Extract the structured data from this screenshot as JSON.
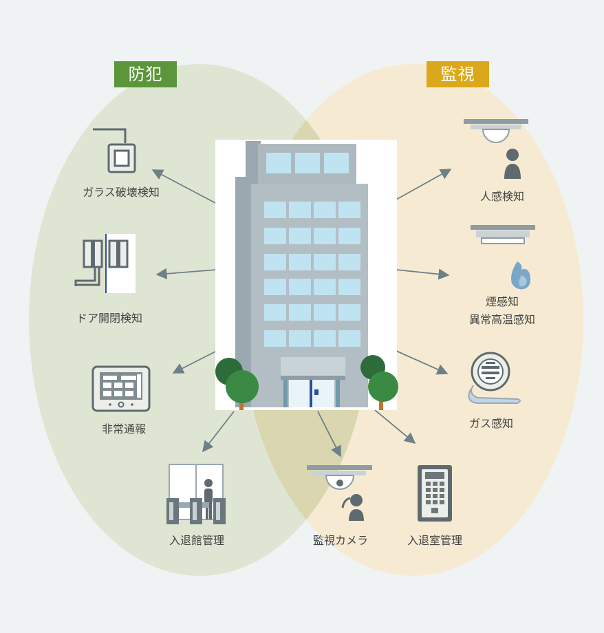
{
  "categories": {
    "security": {
      "label": "防犯",
      "color": "#5b963a"
    },
    "monitoring": {
      "label": "監視",
      "color": "#dba81b"
    }
  },
  "colors": {
    "security_zone": "#dfe5d3",
    "monitoring_zone": "#f6ebd2",
    "overlap_zone": "#d9d6b0",
    "arrow": "#6e8087"
  },
  "items": {
    "glass_break": {
      "label": "ガラス破壊検知",
      "icon": "glass-break-sensor-icon"
    },
    "door_open": {
      "label": "ドア開閉検知",
      "icon": "door-contact-sensor-icon"
    },
    "emergency": {
      "label": "非常通報",
      "icon": "emergency-panel-icon"
    },
    "building_access": {
      "label": "入退館管理",
      "icon": "security-gate-icon"
    },
    "camera": {
      "label": "監視カメラ",
      "icon": "dome-camera-icon"
    },
    "room_access": {
      "label": "入退室管理",
      "icon": "keypad-reader-icon"
    },
    "human": {
      "label": "人感検知",
      "icon": "motion-sensor-icon"
    },
    "smoke": {
      "label_1": "煙感知",
      "label_2": "異常高温感知",
      "icon": "smoke-detector-icon"
    },
    "gas": {
      "label": "ガス感知",
      "icon": "gas-detector-icon"
    }
  },
  "center": {
    "icon": "office-building-icon"
  }
}
